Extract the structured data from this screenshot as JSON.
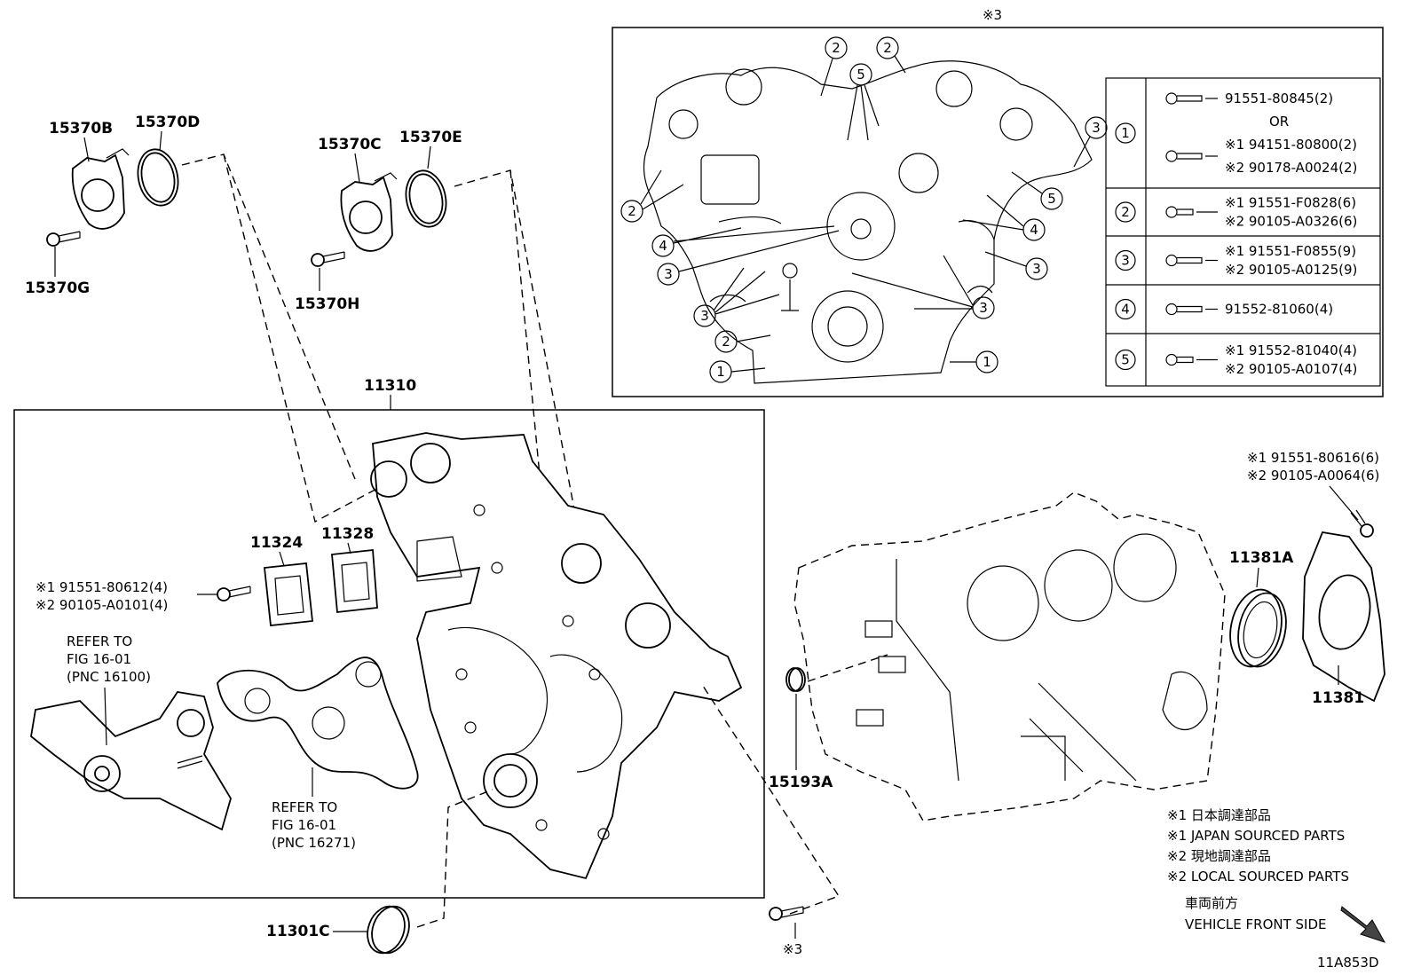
{
  "inset": {
    "title": "※3",
    "callouts": [
      "1",
      "2",
      "3",
      "4",
      "5"
    ],
    "table": [
      {
        "num": "1",
        "lines": [
          "91551-80845(2)",
          "OR",
          "※1 94151-80800(2)",
          "※2 90178-A0024(2)"
        ]
      },
      {
        "num": "2",
        "lines": [
          "※1 91551-F0828(6)",
          "※2 90105-A0326(6)"
        ]
      },
      {
        "num": "3",
        "lines": [
          "※1 91551-F0855(9)",
          "※2 90105-A0125(9)"
        ]
      },
      {
        "num": "4",
        "lines": [
          "91552-81060(4)"
        ]
      },
      {
        "num": "5",
        "lines": [
          "※1 91552-81040(4)",
          "※2 90105-A0107(4)"
        ]
      }
    ]
  },
  "labels": {
    "p15370B": "15370B",
    "p15370D": "15370D",
    "p15370G": "15370G",
    "p15370C": "15370C",
    "p15370E": "15370E",
    "p15370H": "15370H",
    "p11310": "11310",
    "p11324": "11324",
    "p11328": "11328",
    "p11381A": "11381A",
    "p11381": "11381",
    "p15193A": "15193A",
    "p11301C": "11301C",
    "bolt_left_1": "※1 91551-80612(4)",
    "bolt_left_2": "※2 90105-A0101(4)",
    "bolt_right_1": "※1 91551-80616(6)",
    "bolt_right_2": "※2 90105-A0064(6)",
    "bottom_mark": "※3"
  },
  "refers": [
    {
      "line1": "REFER TO",
      "line2": "FIG 16-01",
      "line3": "(PNC 16100)"
    },
    {
      "line1": "REFER TO",
      "line2": "FIG 16-01",
      "line3": "(PNC 16271)"
    }
  ],
  "legend": [
    "※1 日本調達部品",
    "※1 JAPAN SOURCED PARTS",
    "※2 現地調達部品",
    "※2 LOCAL SOURCED PARTS"
  ],
  "front": {
    "jp": "車両前方",
    "en": "VEHICLE FRONT SIDE"
  },
  "figure_id": "11A853D"
}
